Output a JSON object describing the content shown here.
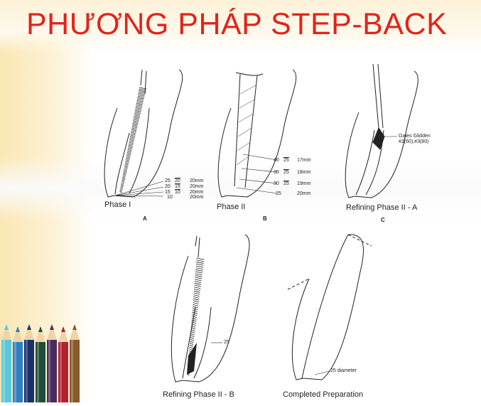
{
  "slide": {
    "title": "PHƯƠNG PHÁP STEP-BACK",
    "colors": {
      "title": "#e2231a",
      "line": "#222222"
    }
  },
  "panels": [
    {
      "letter": "A",
      "caption": "Phase I",
      "measurements": [
        {
          "file": "25",
          "marker": "20",
          "length": "20mm"
        },
        {
          "file": "20",
          "marker": "15",
          "length": "20mm"
        },
        {
          "file": "15",
          "marker": "10",
          "length": "20mm"
        },
        {
          "file": "10",
          "marker": "",
          "length": "20mm"
        }
      ]
    },
    {
      "letter": "B",
      "caption": "Phase II",
      "measurements": [
        {
          "file": "40",
          "marker": "25",
          "length": "17mm"
        },
        {
          "file": "35",
          "marker": "25",
          "length": "18mm"
        },
        {
          "file": "30",
          "marker": "25",
          "length": "19mm"
        },
        {
          "file": "25",
          "marker": "",
          "length": "20mm"
        }
      ]
    },
    {
      "letter": "C",
      "caption": "Refining Phase II - A",
      "note_line1": "Gates Glidden",
      "note_line2": "#2(60),#3(80)"
    },
    {
      "caption": "Refining Phase II - B",
      "file_label": "25"
    },
    {
      "caption": "Completed Preparation",
      "note": "25 diameter"
    }
  ],
  "decor": {
    "pencil_colors": [
      "#5cc7d8",
      "#2e7fc1",
      "#1a2f6e",
      "#1f4d3a",
      "#4b2c5e",
      "#b3202e",
      "#8a5a2b"
    ]
  }
}
